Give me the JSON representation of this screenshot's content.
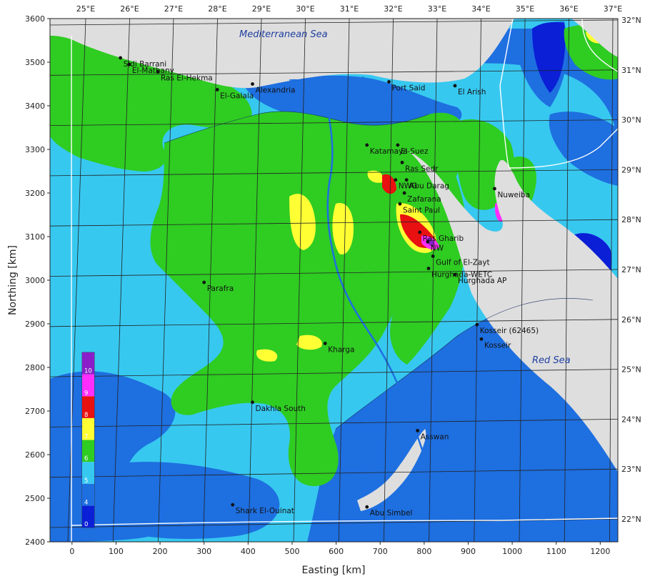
{
  "map": {
    "extent": {
      "easting": [
        -50,
        1240
      ],
      "northing": [
        2400,
        3600
      ]
    },
    "x_axis": {
      "label": "Easting [km]",
      "ticks": [
        "0",
        "100",
        "200",
        "300",
        "400",
        "500",
        "600",
        "700",
        "800",
        "900",
        "1000",
        "1100",
        "1200"
      ]
    },
    "y_axis": {
      "label": "Northing [km]",
      "ticks": [
        "2400",
        "2500",
        "2600",
        "2700",
        "2800",
        "2900",
        "3000",
        "3100",
        "3200",
        "3300",
        "3400",
        "3500",
        "3600"
      ]
    },
    "longitudes": [
      "25°E",
      "26°E",
      "27°E",
      "28°E",
      "29°E",
      "30°E",
      "31°E",
      "32°E",
      "33°E",
      "34°E",
      "35°E",
      "36°E",
      "37°E"
    ],
    "latitudes": [
      "22°N",
      "23°N",
      "24°N",
      "25°N",
      "26°N",
      "27°N",
      "28°N",
      "29°N",
      "30°N",
      "31°N",
      "32°N"
    ],
    "seas": [
      {
        "name": "Mediterranean Sea"
      },
      {
        "name": "Red Sea"
      }
    ],
    "legend": {
      "ticks": [
        "0",
        "4",
        "5",
        "6",
        "7",
        "8",
        "9",
        "10"
      ],
      "colors": [
        "#0a1fd6",
        "#1e6fe0",
        "#37c8f0",
        "#2fcc22",
        "#ffff33",
        "#e81010",
        "#ff2dff",
        "#8a1ec8"
      ]
    },
    "places": [
      {
        "name": "Sidi Barrani",
        "e": 110,
        "n": 3510
      },
      {
        "name": "El-Mathany",
        "e": 130,
        "n": 3495
      },
      {
        "name": "Ras El-Hekma",
        "e": 195,
        "n": 3478
      },
      {
        "name": "El-Galala",
        "e": 330,
        "n": 3437
      },
      {
        "name": "Alexandria",
        "e": 410,
        "n": 3450
      },
      {
        "name": "Port Said",
        "e": 720,
        "n": 3455
      },
      {
        "name": "El Arish",
        "e": 870,
        "n": 3446
      },
      {
        "name": "Katamaya",
        "e": 670,
        "n": 3310
      },
      {
        "name": "El-Suez",
        "e": 740,
        "n": 3310
      },
      {
        "name": "Ras Sedr",
        "e": 750,
        "n": 3270
      },
      {
        "name": "NWG",
        "e": 735,
        "n": 3230
      },
      {
        "name": "Abu Darag",
        "e": 760,
        "n": 3230
      },
      {
        "name": "Zafarana",
        "e": 755,
        "n": 3200
      },
      {
        "name": "Saint Paul",
        "e": 745,
        "n": 3175
      },
      {
        "name": "Nuweiba",
        "e": 960,
        "n": 3210
      },
      {
        "name": "Ras Gharib",
        "e": 790,
        "n": 3110
      },
      {
        "name": "NW",
        "e": 808,
        "n": 3088
      },
      {
        "name": "Gulf of El-Zayt",
        "e": 820,
        "n": 3055
      },
      {
        "name": "Hurghada-WETC",
        "e": 810,
        "n": 3027
      },
      {
        "name": "Hurghada AP",
        "e": 870,
        "n": 3013
      },
      {
        "name": "Kosseir (62465)",
        "e": 920,
        "n": 2898
      },
      {
        "name": "Kosseir",
        "e": 930,
        "n": 2865
      },
      {
        "name": "Parafra",
        "e": 300,
        "n": 2995
      },
      {
        "name": "Kharga",
        "e": 575,
        "n": 2855
      },
      {
        "name": "Dakhla South",
        "e": 410,
        "n": 2720
      },
      {
        "name": "Asswan",
        "e": 785,
        "n": 2655
      },
      {
        "name": "Shark El-Ouinat",
        "e": 365,
        "n": 2485
      },
      {
        "name": "Abu Simbel",
        "e": 670,
        "n": 2480
      }
    ]
  }
}
